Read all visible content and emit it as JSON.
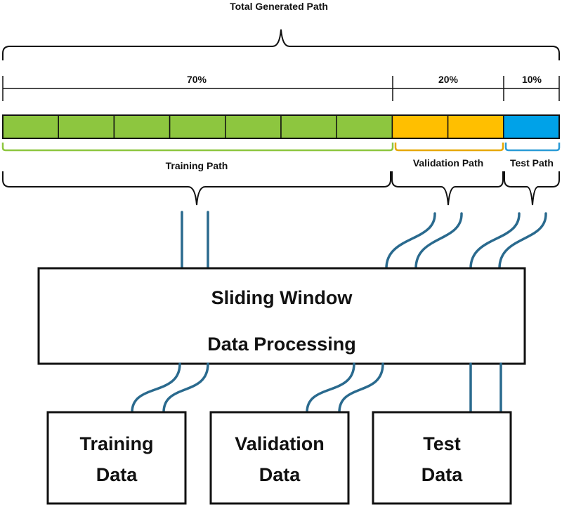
{
  "total_label": "Total Generated Path",
  "splits": [
    {
      "label": "70%",
      "color": "#8dc63f",
      "segments": 7
    },
    {
      "label": "20%",
      "color": "#ffbf00",
      "segments": 2
    },
    {
      "label": "10%",
      "color": "#00a2e8",
      "segments": 1
    }
  ],
  "paths": {
    "training": "Training Path",
    "validation": "Validation Path",
    "test": "Test Path"
  },
  "processing": {
    "line1": "Sliding Window",
    "line2": "Data Processing"
  },
  "outputs": {
    "training": {
      "line1": "Training",
      "line2": "Data"
    },
    "validation": {
      "line1": "Validation",
      "line2": "Data"
    },
    "test": {
      "line1": "Test",
      "line2": "Data"
    }
  },
  "colors": {
    "training_bracket": "#8dc63f",
    "validation_bracket": "#e6a800",
    "test_bracket": "#2b9bd6",
    "wire": "#2a6a8e"
  }
}
